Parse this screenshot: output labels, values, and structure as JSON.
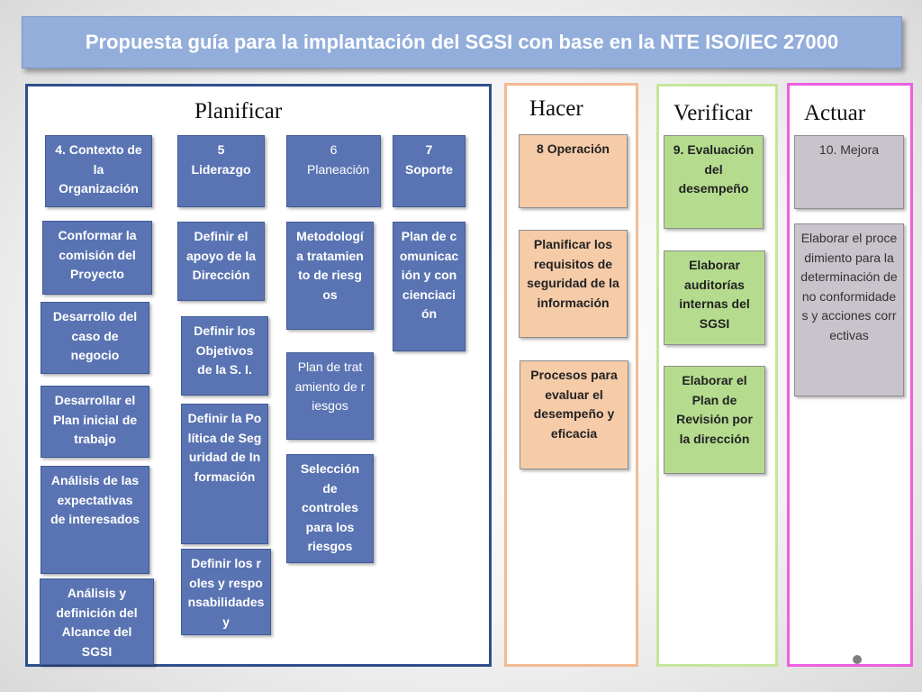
{
  "title": "Propuesta guía para la implantación del SGSI con base en la NTE ISO/IEC 27000",
  "colors": {
    "banner": "#93aedb",
    "planificar_border": "#2e4f8b",
    "hacer_border": "#f3bb93",
    "verificar_border": "#c6e59b",
    "actuar_border": "#ee5fe0",
    "blue_box": "#5a74b3",
    "peach_box": "#f5cba8",
    "green_box": "#b5dc8e",
    "gray_box": "#c9c3cb"
  },
  "planificar": {
    "title": "Planificar",
    "headers": {
      "contexto": "4. Contexto de la Organización",
      "liderazgo": "5 Liderazgo",
      "planeacion": "6 Planeación",
      "soporte": "7 Soporte"
    },
    "col1": [
      "Conformar la comisión del Proyecto",
      "Desarrollo del caso de negocio",
      "Desarrollar el Plan inicial de trabajo",
      "Análisis de las expectativas de interesados",
      "Análisis y definición del Alcance del SGSI"
    ],
    "col2": [
      "Definir el apoyo de la Dirección",
      "Definir los Objetivos de la S. I.",
      "Definir la Política de Seguridad de Información",
      "Definir los roles y responsabilidades y"
    ],
    "col3": [
      "Metodología tratamiento de riesgos",
      "Plan de tratamiento de riesgos",
      "Selección de controles para los riesgos"
    ],
    "col4": [
      "Plan de comunicación y concienciación"
    ]
  },
  "hacer": {
    "title": "Hacer",
    "header": "8 Operación",
    "items": [
      "Planificar los requisitos de seguridad de la información",
      "Procesos para evaluar el desempeño y eficacia"
    ]
  },
  "verificar": {
    "title": "Verificar",
    "header": "9. Evaluación del desempeño",
    "items": [
      "Elaborar auditorías internas del SGSI",
      "Elaborar el Plan de Revisión por la dirección"
    ]
  },
  "actuar": {
    "title": "Actuar",
    "header": "10. Mejora",
    "items": [
      "Elaborar el procedimiento para la determinación de no conformidades y acciones correctivas"
    ]
  }
}
